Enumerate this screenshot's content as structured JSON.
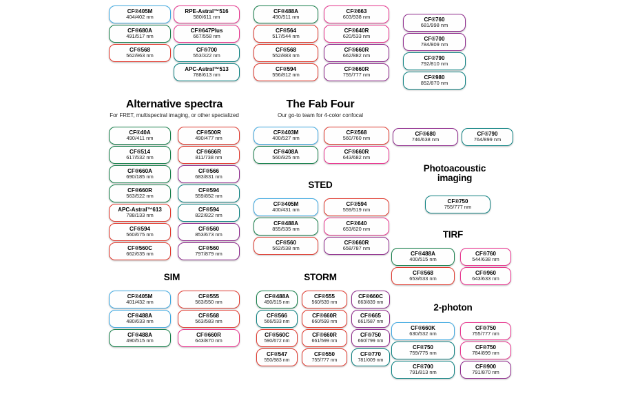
{
  "page": {
    "background": "#ffffff"
  },
  "colors": {
    "blue": "#3FA9E1",
    "green": "#18804C",
    "teal": "#0D8282",
    "red": "#E13B30",
    "pink": "#E8368F",
    "purple": "#8F2B8D"
  },
  "groups": [
    {
      "id": "top-col1",
      "columns": [
        {
          "id": "c-top1",
          "badges": [
            {
              "name": "CF®405M",
              "ex_em": "404/402 nm",
              "color": "blue"
            },
            {
              "name": "CF®680A",
              "ex_em": "491/517 nm",
              "color": "green"
            },
            {
              "name": "CF®568",
              "ex_em": "562/963 nm",
              "color": "red"
            }
          ]
        }
      ]
    },
    {
      "id": "top-col2",
      "columns": [
        {
          "id": "c-top2",
          "badges": [
            {
              "name": "RPE-Astral™516",
              "ex_em": "580/611 nm",
              "color": "pink"
            },
            {
              "name": "CF®647Plus",
              "ex_em": "667/558 nm",
              "color": "pink"
            },
            {
              "name": "CF®700",
              "ex_em": "553/322 nm",
              "color": "teal"
            },
            {
              "name": "APC-Astral™513",
              "ex_em": "788/613 nm",
              "color": "teal"
            }
          ]
        }
      ]
    },
    {
      "id": "top-col3",
      "columns": [
        {
          "id": "c-top3",
          "badges": [
            {
              "name": "CF®488A",
              "ex_em": "490/511 nm",
              "color": "green"
            },
            {
              "name": "CF®564",
              "ex_em": "517/544 nm",
              "color": "red"
            },
            {
              "name": "CF®568",
              "ex_em": "552/883 nm",
              "color": "red"
            },
            {
              "name": "CF®594",
              "ex_em": "556/812 nm",
              "color": "red"
            }
          ]
        }
      ]
    },
    {
      "id": "top-col4",
      "columns": [
        {
          "id": "c-top4",
          "badges": [
            {
              "name": "CF®663",
              "ex_em": "603/938 nm",
              "color": "pink"
            },
            {
              "name": "CF®640R",
              "ex_em": "620/533 nm",
              "color": "pink"
            },
            {
              "name": "CF®660R",
              "ex_em": "662/882 nm",
              "color": "purple"
            },
            {
              "name": "CF®660R",
              "ex_em": "755/777 nm",
              "color": "purple"
            }
          ]
        }
      ]
    },
    {
      "id": "top-col5",
      "columns": [
        {
          "id": "c-top5",
          "badges": [
            {
              "name": "CF®760",
              "ex_em": "681/998 nm",
              "color": "purple"
            },
            {
              "name": "CF®700",
              "ex_em": "784/809 nm",
              "color": "purple"
            },
            {
              "name": "CF®790",
              "ex_em": "792/810 nm",
              "color": "teal"
            },
            {
              "name": "CF®980",
              "ex_em": "852/870 nm",
              "color": "teal"
            }
          ]
        }
      ]
    },
    {
      "id": "alternative-spectra",
      "title": "Alternative spectra",
      "subtitle": "For FRET, multispectral imaging, or other specialized",
      "columns": [
        {
          "id": "c-alt1",
          "badges": [
            {
              "name": "CF®40A",
              "ex_em": "490/411 nm",
              "color": "green"
            },
            {
              "name": "CF®514",
              "ex_em": "617/532 nm",
              "color": "green"
            },
            {
              "name": "CF®660A",
              "ex_em": "690/185 nm",
              "color": "green"
            },
            {
              "name": "CF®660R",
              "ex_em": "563/522 nm",
              "color": "green"
            },
            {
              "name": "APC-Astral™613",
              "ex_em": "788/133 nm",
              "color": "red"
            },
            {
              "name": "CF®594",
              "ex_em": "560/675 nm",
              "color": "red"
            },
            {
              "name": "CF®560C",
              "ex_em": "662/635 nm",
              "color": "red"
            }
          ]
        },
        {
          "id": "c-alt2",
          "badges": [
            {
              "name": "CF®500R",
              "ex_em": "490/477 nm",
              "color": "red"
            },
            {
              "name": "CF®666R",
              "ex_em": "811/738 nm",
              "color": "red"
            },
            {
              "name": "CF®566",
              "ex_em": "683/831 nm",
              "color": "purple"
            },
            {
              "name": "CF®594",
              "ex_em": "559/852 nm",
              "color": "teal"
            },
            {
              "name": "CF®594",
              "ex_em": "822/822 nm",
              "color": "teal"
            },
            {
              "name": "CF®560",
              "ex_em": "853/673 nm",
              "color": "purple"
            },
            {
              "name": "CF®560",
              "ex_em": "797/879 nm",
              "color": "purple"
            }
          ]
        }
      ]
    },
    {
      "id": "fab-four",
      "title": "The Fab Four",
      "subtitle": "Our go-to team for 4-color confocal",
      "columns": [
        {
          "id": "c-fab1",
          "badges": [
            {
              "name": "CF®403M",
              "ex_em": "400/527 nm",
              "color": "blue"
            },
            {
              "name": "CF®408A",
              "ex_em": "560/925 nm",
              "color": "green"
            }
          ]
        },
        {
          "id": "c-fab2",
          "badges": [
            {
              "name": "CF®568",
              "ex_em": "560/760 nm",
              "color": "red"
            },
            {
              "name": "CF®660R",
              "ex_em": "643/682 nm",
              "color": "pink"
            }
          ]
        }
      ]
    },
    {
      "id": "sted",
      "title": "STED",
      "columns": [
        {
          "id": "c-sted1",
          "badges": [
            {
              "name": "CF®405M",
              "ex_em": "400/431 nm",
              "color": "blue"
            },
            {
              "name": "CF®488A",
              "ex_em": "855/535 nm",
              "color": "green"
            },
            {
              "name": "CF®560",
              "ex_em": "562/538 nm",
              "color": "red"
            }
          ]
        },
        {
          "id": "c-sted2",
          "badges": [
            {
              "name": "CF®594",
              "ex_em": "559/519 nm",
              "color": "red"
            },
            {
              "name": "CF®640",
              "ex_em": "653/620 nm",
              "color": "pink"
            },
            {
              "name": "CF®660R",
              "ex_em": "658/787 nm",
              "color": "purple"
            }
          ]
        }
      ]
    },
    {
      "id": "right-pair",
      "columns": [
        {
          "id": "c-r1",
          "badges": [
            {
              "name": "CF®680",
              "ex_em": "746/638 nm",
              "color": "purple"
            }
          ]
        },
        {
          "id": "c-r2",
          "badges": [
            {
              "name": "CF®790",
              "ex_em": "764/899 nm",
              "color": "teal"
            }
          ]
        }
      ]
    },
    {
      "id": "photoacoustic",
      "title": "Photoacoustic imaging",
      "columns": [
        {
          "id": "c-pa",
          "badges": [
            {
              "name": "CF®750",
              "ex_em": "755/777 nm",
              "color": "teal"
            }
          ]
        }
      ]
    },
    {
      "id": "tirf",
      "title": "TIRF",
      "columns": [
        {
          "id": "c-tirf1",
          "badges": [
            {
              "name": "CF®488A",
              "ex_em": "400/515 nm",
              "color": "green"
            },
            {
              "name": "CF®568",
              "ex_em": "653/633 nm",
              "color": "red"
            }
          ]
        },
        {
          "id": "c-tirf2",
          "badges": [
            {
              "name": "CF®760",
              "ex_em": "544/638 nm",
              "color": "pink"
            },
            {
              "name": "CF®960",
              "ex_em": "643/633 nm",
              "color": "pink"
            }
          ]
        }
      ]
    },
    {
      "id": "sim",
      "title": "SIM",
      "columns": [
        {
          "id": "c-sim1",
          "badges": [
            {
              "name": "CF®405M",
              "ex_em": "401/432 nm",
              "color": "blue"
            },
            {
              "name": "CF®488A",
              "ex_em": "480/633 nm",
              "color": "blue"
            },
            {
              "name": "CF®488A",
              "ex_em": "490/515 nm",
              "color": "green"
            }
          ]
        },
        {
          "id": "c-sim2",
          "badges": [
            {
              "name": "CF®555",
              "ex_em": "563/550 nm",
              "color": "red"
            },
            {
              "name": "CF®568",
              "ex_em": "563/583 nm",
              "color": "red"
            },
            {
              "name": "CF®660R",
              "ex_em": "643/870 nm",
              "color": "pink"
            }
          ]
        }
      ]
    },
    {
      "id": "storm",
      "title": "STORM",
      "columns": [
        {
          "id": "c-storm1",
          "badges": [
            {
              "name": "CF®488A",
              "ex_em": "490/515 nm",
              "color": "green"
            },
            {
              "name": "CF®566",
              "ex_em": "566/533 nm",
              "color": "teal"
            },
            {
              "name": "CF®560C",
              "ex_em": "590/672 nm",
              "color": "red"
            },
            {
              "name": "CF®547",
              "ex_em": "550/983 nm",
              "color": "red"
            }
          ]
        },
        {
          "id": "c-storm2",
          "badges": [
            {
              "name": "CF®555",
              "ex_em": "560/539 nm",
              "color": "red"
            },
            {
              "name": "CF®660R",
              "ex_em": "660/599 nm",
              "color": "red"
            },
            {
              "name": "CF®660R",
              "ex_em": "661/599 nm",
              "color": "red"
            },
            {
              "name": "CF®550",
              "ex_em": "755/777 nm",
              "color": "red"
            }
          ]
        },
        {
          "id": "c-storm3",
          "badges": [
            {
              "name": "CF®660C",
              "ex_em": "663/839 nm",
              "color": "purple"
            },
            {
              "name": "CF®665",
              "ex_em": "661/587 nm",
              "color": "purple"
            },
            {
              "name": "CF®750",
              "ex_em": "660/799 nm",
              "color": "purple"
            },
            {
              "name": "CF®770",
              "ex_em": "781/009 nm",
              "color": "teal"
            }
          ]
        }
      ]
    },
    {
      "id": "two-photon",
      "title": "2-photon",
      "columns": [
        {
          "id": "c-2p1",
          "badges": [
            {
              "name": "CF®660K",
              "ex_em": "630/532 nm",
              "color": "blue"
            },
            {
              "name": "CF®750",
              "ex_em": "759/775 nm",
              "color": "teal"
            },
            {
              "name": "CF®700",
              "ex_em": "791/813 nm",
              "color": "teal"
            }
          ]
        },
        {
          "id": "c-2p2",
          "badges": [
            {
              "name": "CF®750",
              "ex_em": "755/777 nm",
              "color": "pink"
            },
            {
              "name": "CF®750",
              "ex_em": "784/899 nm",
              "color": "pink"
            },
            {
              "name": "CF®900",
              "ex_em": "791/870 nm",
              "color": "purple"
            }
          ]
        }
      ]
    }
  ]
}
